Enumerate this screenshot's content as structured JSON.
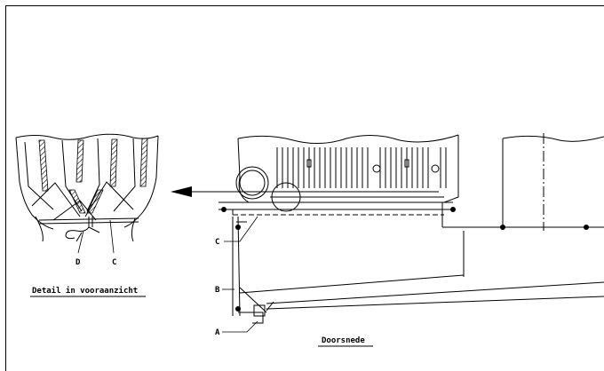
{
  "labels": {
    "detail_caption": "Detail in vooraanzicht",
    "section_caption": "Doorsnede",
    "callout_a": "A",
    "callout_b": "B",
    "callout_c_section": "C",
    "callout_c_detail": "C",
    "callout_d_detail": "D"
  },
  "colors": {
    "line": "#000000",
    "background": "#ffffff"
  }
}
